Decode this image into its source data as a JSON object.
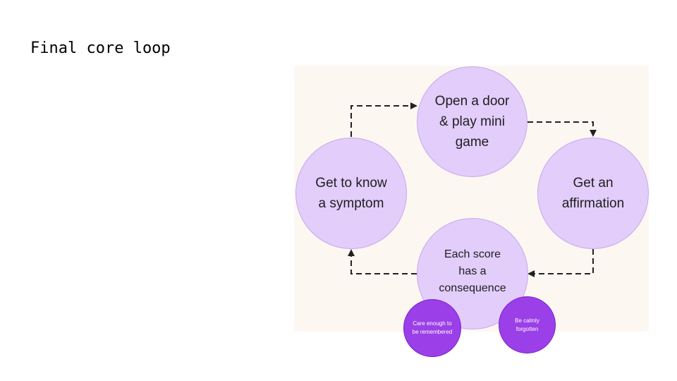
{
  "slide": {
    "title": "Final core loop"
  },
  "diagram": {
    "nodes": {
      "open_door": "Open a door\n& play mini\ngame",
      "affirmation": "Get an\naffirmation",
      "score_consequence": "Each score\nhas a\nconsequence",
      "symptom": "Get to know\na symptom"
    },
    "outcomes": {
      "remembered": "Care enough to\nbe remembered",
      "forgotten": "Be calmly\nforgotten"
    },
    "colors": {
      "panel_background": "#fdf7f2",
      "node_fill": "#e2cdfb",
      "outcome_fill": "#9b3fe8",
      "connector": "#222222"
    }
  }
}
